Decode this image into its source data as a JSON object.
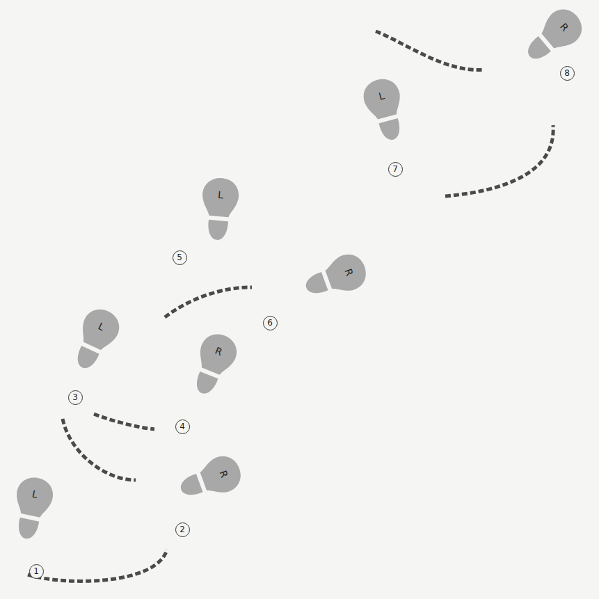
{
  "diagram": {
    "nodes": [
      {
        "text": [
          "L",
          "1"
        ]
      },
      {
        "text": [
          "R",
          "2"
        ]
      },
      {
        "text": [
          "L",
          "3"
        ]
      },
      {
        "text": [
          "R",
          "4"
        ]
      },
      {
        "text": [
          "L",
          "5"
        ]
      },
      {
        "text": [
          "R",
          "6"
        ]
      },
      {
        "text": [
          "L",
          "7"
        ]
      },
      {
        "text": [
          "R",
          "8"
        ]
      }
    ]
  }
}
